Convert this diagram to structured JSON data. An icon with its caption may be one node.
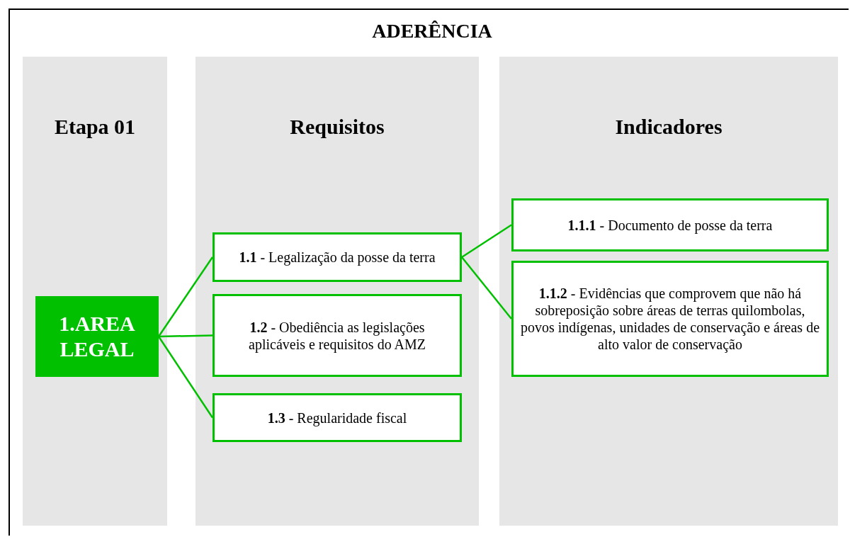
{
  "diagram": {
    "title": "ADERÊNCIA",
    "nodes": [
      {
        "text": [
          "Etapa 01"
        ]
      },
      {
        "text": [
          "Requisitos"
        ]
      },
      {
        "text": [
          "Indicadores"
        ]
      },
      {
        "text": [
          "1.AREA LEGAL"
        ],
        "in": 0
      },
      {
        "text": [
          "**1.1** - Legalização da posse da terra"
        ],
        "in": 1
      },
      {
        "text": [
          "**1.2** - Obediência as legislações aplicáveis e requisitos do AMZ"
        ],
        "in": 1
      },
      {
        "text": [
          "**1.3** - Regularidade fiscal"
        ],
        "in": 1
      },
      {
        "text": [
          "**1.1.1** - Documento de posse da terra"
        ],
        "in": 2
      },
      {
        "text": [
          "**1.1.2** - Evidências que comprovem que não há sobreposição sobre áreas de terras quilombolas, povos indígenas, unidades de conservação e áreas de alto valor de conservação"
        ],
        "in": 2
      }
    ],
    "edges": [
      {
        "from": 3,
        "to": 4,
        "arrow": "none"
      },
      {
        "from": 3,
        "to": 5,
        "arrow": "none"
      },
      {
        "from": 3,
        "to": 6,
        "arrow": "none"
      },
      {
        "from": 4,
        "to": 7,
        "arrow": "none"
      },
      {
        "from": 4,
        "to": 8,
        "arrow": "none"
      }
    ]
  }
}
